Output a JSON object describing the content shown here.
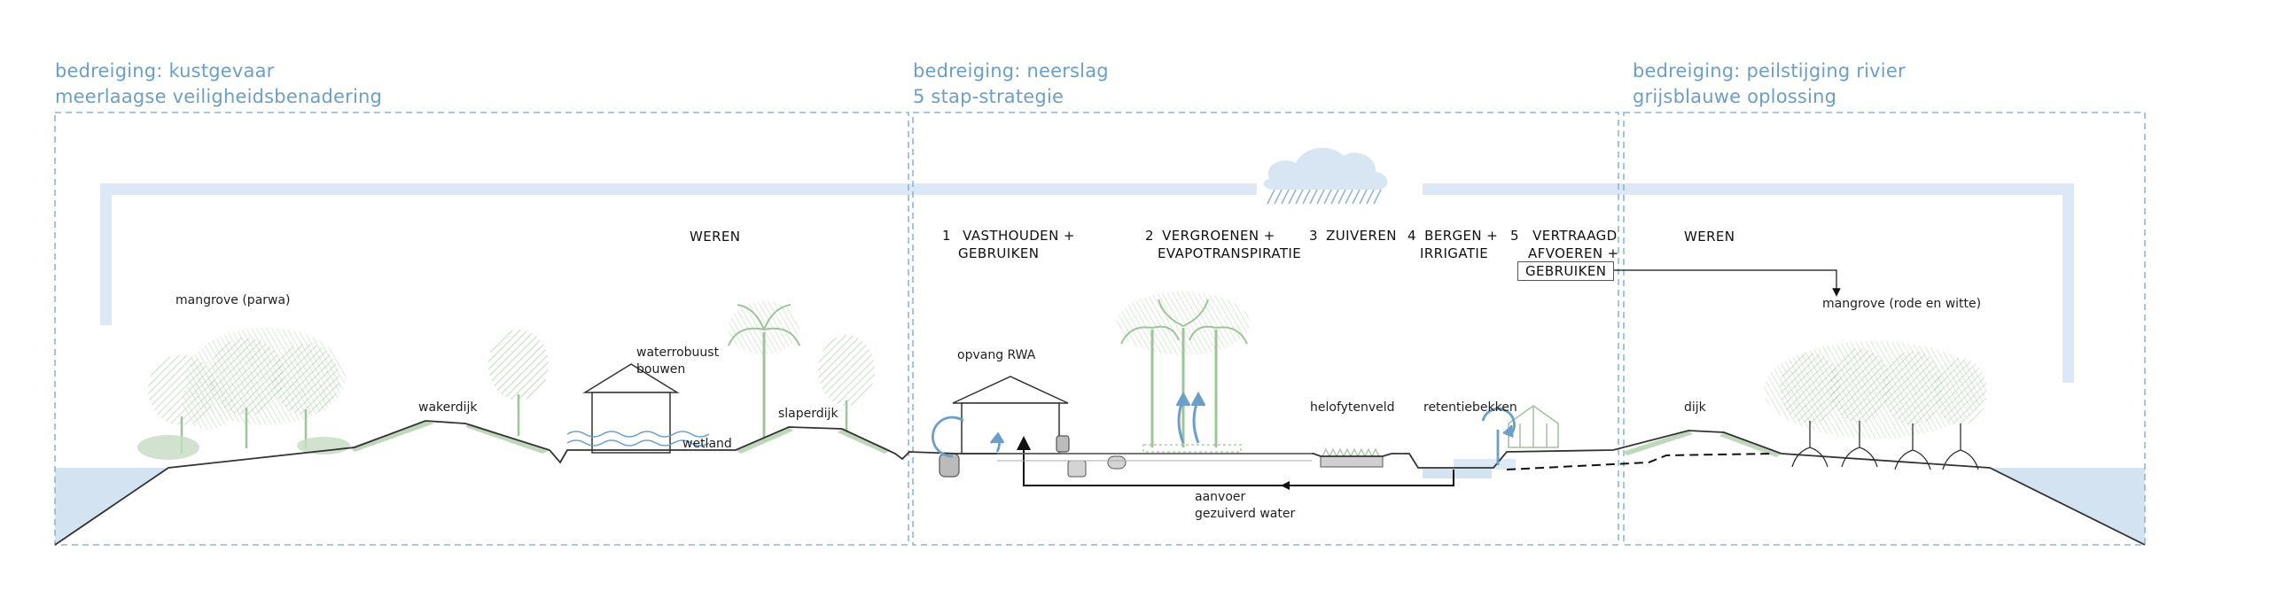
{
  "zones": [
    {
      "threat": "bedreiging: kustgevaar",
      "approach": "meerlaagse veiligheidsbenadering"
    },
    {
      "threat": "bedreiging: neerslag",
      "approach": "5 stap-strategie"
    },
    {
      "threat": "bedreiging: peilstijging rivier",
      "approach": "grijsblauwe oplossing"
    }
  ],
  "steps": [
    {
      "label": "WEREN"
    },
    {
      "num": "1",
      "line1": "VASTHOUDEN +",
      "line2": "GEBRUIKEN"
    },
    {
      "num": "2",
      "line1": "VERGROENEN +",
      "line2": "EVAPOTRANSPIRATIE"
    },
    {
      "num": "3",
      "line1": "ZUIVEREN"
    },
    {
      "num": "4",
      "line1": "BERGEN +",
      "line2": "IRRIGATIE"
    },
    {
      "num": "5",
      "line1": "VERTRAAGD",
      "line2": "AFVOEREN +",
      "line3": "GEBRUIKEN"
    },
    {
      "label": "WEREN"
    }
  ],
  "labels": {
    "mangrove_parwa": "mangrove (parwa)",
    "wakerdijk": "wakerdijk",
    "waterrobuust_1": "waterrobuust",
    "waterrobuust_2": "bouwen",
    "wetland": "wetland",
    "slaperdijk": "slaperdijk",
    "opvang_rwa": "opvang RWA",
    "helofytenveld": "helofytenveld",
    "retentiebekken": "retentiebekken",
    "dijk": "dijk",
    "mangrove_rode_witte": "mangrove (rode en witte)",
    "aanvoer_1": "aanvoer",
    "aanvoer_2": "gezuiverd water"
  },
  "colors": {
    "accent_blue": "#6b9fc8",
    "water_blue": "#d4e3f1",
    "band_blue": "#dce8f5",
    "vegetation_green": "#9fc49a",
    "ground_line": "#333333"
  },
  "icons": [
    "rain-cloud-icon",
    "evaporation-arrow-icon",
    "circular-arrow-icon",
    "greenhouse-icon",
    "house-icon"
  ]
}
